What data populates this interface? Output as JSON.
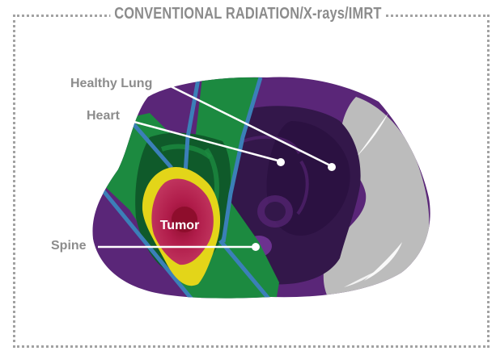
{
  "title": "CONVENTIONAL RADIATION/X-rays/IMRT",
  "labels": {
    "healthy_lung": "Healthy Lung",
    "heart": "Heart",
    "spine": "Spine",
    "tumor": "Tumor"
  },
  "colors": {
    "frame": "#a2a2a2",
    "label_text": "#8c8c8c",
    "purple_body": "#5a2678",
    "dark_interior": "#33174a",
    "green_beam": "#1c8a40",
    "beam_edge": "#3b7fb8",
    "yellow_dose": "#e3d519",
    "tumor_red": "#b0133a",
    "gray_tissue": "#bcbcbc"
  }
}
